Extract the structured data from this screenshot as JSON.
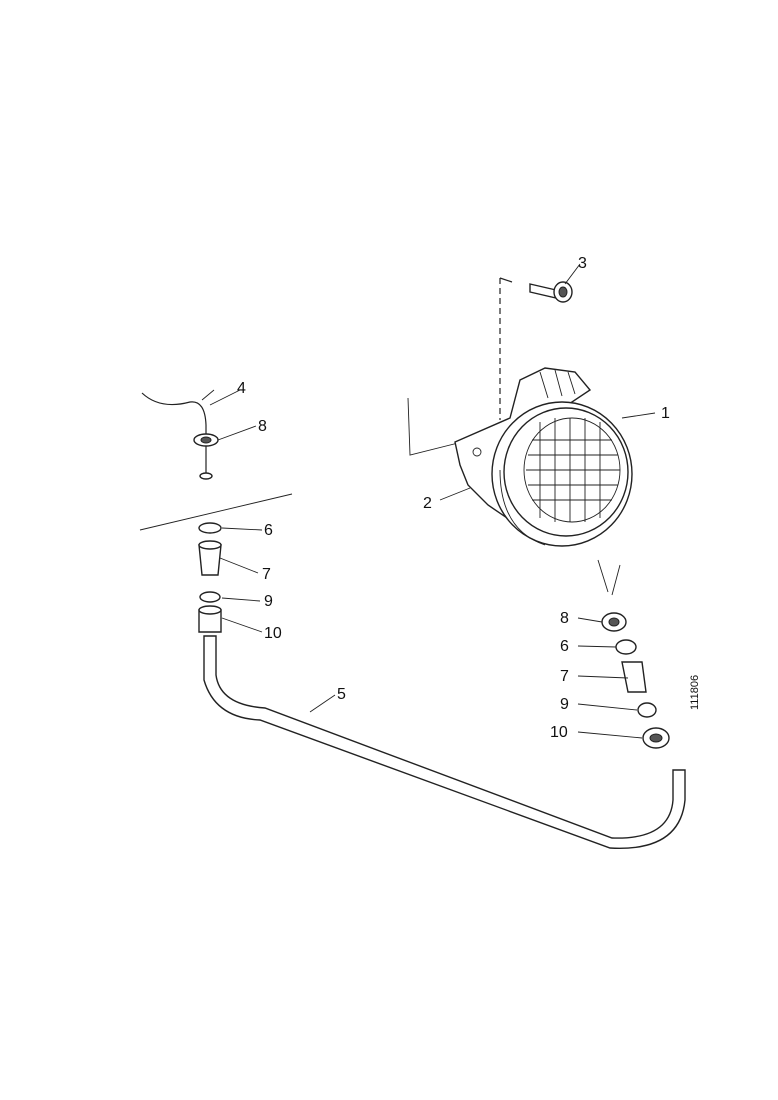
{
  "labels": {
    "p1": "1",
    "p2": "2",
    "p3": "3",
    "p4": "4",
    "p5": "5",
    "p6_left": "6",
    "p7_left": "7",
    "p8_top": "8",
    "p9_left": "9",
    "p10_left": "10",
    "p8_right": "8",
    "p6_right": "6",
    "p7_right": "7",
    "p9_right": "9",
    "p10_right": "10"
  },
  "drawing_number": "111806"
}
